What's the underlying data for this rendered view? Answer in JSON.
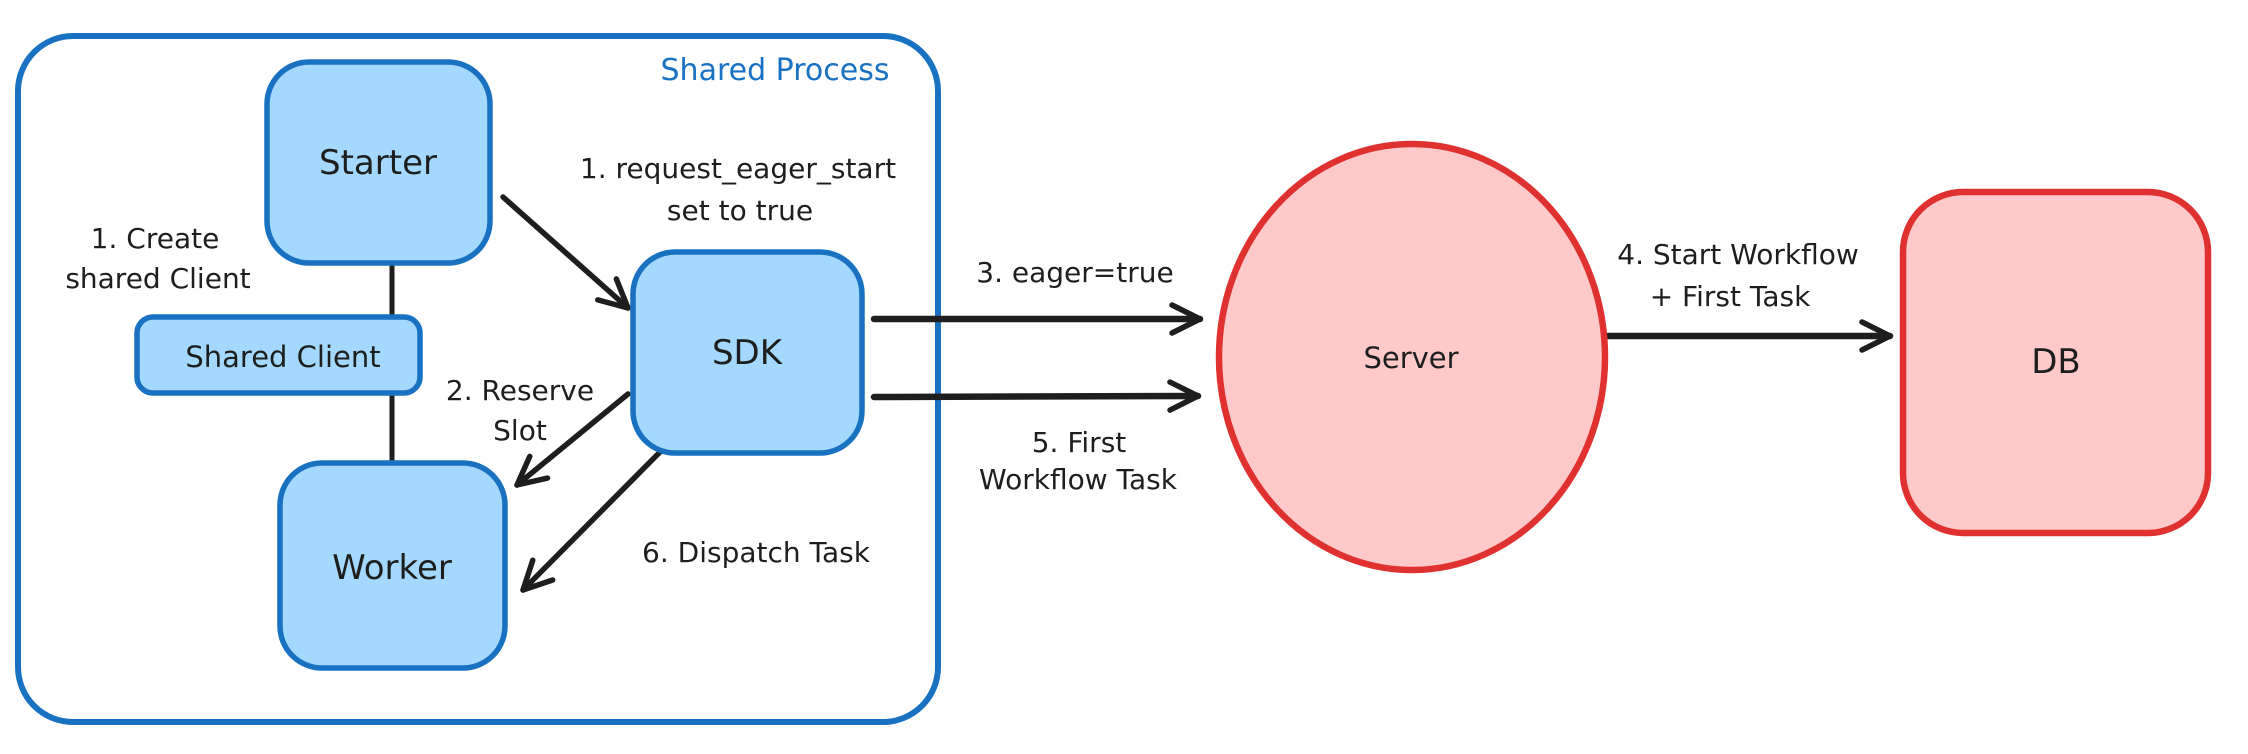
{
  "diagram": {
    "container": {
      "title": "Shared Process"
    },
    "colors": {
      "blue_stroke": "#1971c2",
      "blue_fill": "#a5d8ff",
      "red_stroke": "#e03131",
      "red_fill": "#ffc9c9",
      "ink": "#1e1e1e",
      "background": "#ffffff"
    },
    "nodes": {
      "starter": {
        "label": "Starter"
      },
      "shared_client": {
        "label": "Shared Client"
      },
      "worker": {
        "label": "Worker"
      },
      "sdk": {
        "label": "SDK"
      },
      "server": {
        "label": "Server"
      },
      "db": {
        "label": "DB"
      }
    },
    "annotations": {
      "create_shared_client": {
        "line1": "1. Create",
        "line2": "shared Client"
      },
      "request_eager_start": {
        "line1": "1. request_eager_start",
        "line2": "set to true"
      },
      "reserve_slot": {
        "line1": "2. Reserve",
        "line2": "Slot"
      },
      "eager_true": {
        "line1": "3. eager=true"
      },
      "start_workflow": {
        "line1": "4. Start Workflow",
        "line2": "+ First Task"
      },
      "first_workflow_task": {
        "line1": "5. First",
        "line2": "Workflow Task"
      },
      "dispatch_task": {
        "line1": "6. Dispatch Task"
      }
    }
  }
}
